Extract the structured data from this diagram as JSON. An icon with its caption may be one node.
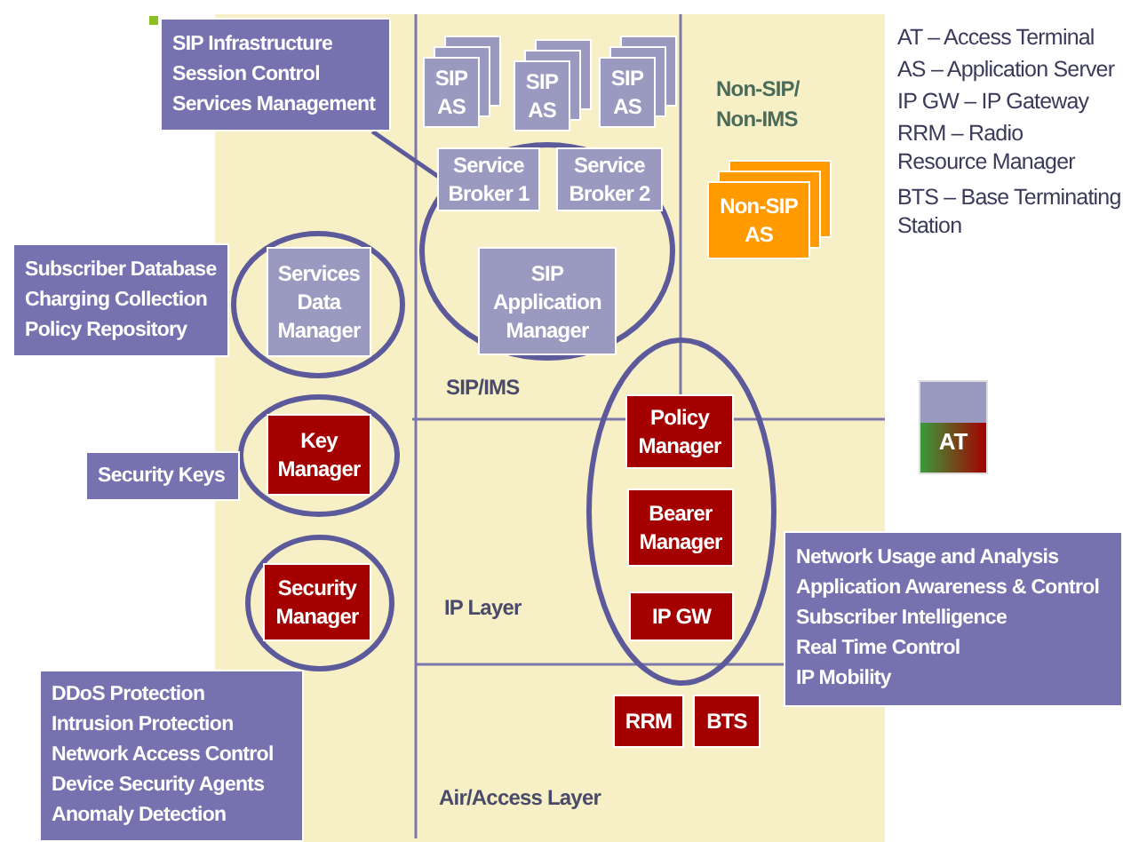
{
  "diagram": {
    "nodes": [
      {
        "text": [
          "SIP Infrastructure",
          "Session Control",
          "Services Management"
        ]
      },
      {
        "text": [
          "SIP AS"
        ]
      },
      {
        "text": [
          "SIP AS"
        ]
      },
      {
        "text": [
          "SIP AS"
        ]
      },
      {
        "text": [
          "Service Broker 1"
        ],
        "in": 7
      },
      {
        "text": [
          "Service Broker 2"
        ],
        "in": 7
      },
      {
        "text": [
          "Non-SIP AS"
        ]
      },
      {
        "text": [],
        "shape": "ellipse"
      },
      {
        "text": [
          "SIP Application Manager"
        ],
        "in": 7
      },
      {
        "text": [
          "Subscriber Database",
          "Charging Collection",
          "Policy Repository"
        ]
      },
      {
        "text": [],
        "shape": "ellipse"
      },
      {
        "text": [
          "Services Data Manager"
        ],
        "in": 10
      },
      {
        "text": [],
        "shape": "ellipse"
      },
      {
        "text": [
          "Policy Manager"
        ],
        "in": 12
      },
      {
        "text": [
          "AT"
        ]
      },
      {
        "text": [
          "Security Keys"
        ]
      },
      {
        "text": [],
        "shape": "ellipse"
      },
      {
        "text": [
          "Key Manager"
        ],
        "in": 16
      },
      {
        "text": [
          "Bearer Manager"
        ],
        "in": 12
      },
      {
        "text": [],
        "shape": "ellipse"
      },
      {
        "text": [
          "Security Manager"
        ],
        "in": 19
      },
      {
        "text": [
          "IP GW"
        ],
        "in": 12
      },
      {
        "text": [
          "Network Usage and Analysis",
          "Application Awareness & Control",
          "Subscriber Intelligence",
          "Real Time Control",
          "IP Mobility"
        ]
      },
      {
        "text": [
          "DDoS Protection",
          "Intrusion Protection",
          "Network Access Control",
          "Device Security Agents",
          "Anomaly Detection"
        ]
      },
      {
        "text": [
          "RRM"
        ]
      },
      {
        "text": [
          "BTS"
        ]
      }
    ],
    "edges": [
      {
        "from": 0,
        "to": 7,
        "arrow": "none"
      }
    ],
    "labels": [
      "AT – Access Terminal",
      "AS – Application Server",
      "IP GW – IP Gateway",
      "RRM – Radio Resource Manager",
      "BTS – Base Terminating Station",
      "Non-SIP/ Non-IMS",
      "SIP/IMS",
      "IP Layer",
      "Air/Access Layer"
    ]
  }
}
